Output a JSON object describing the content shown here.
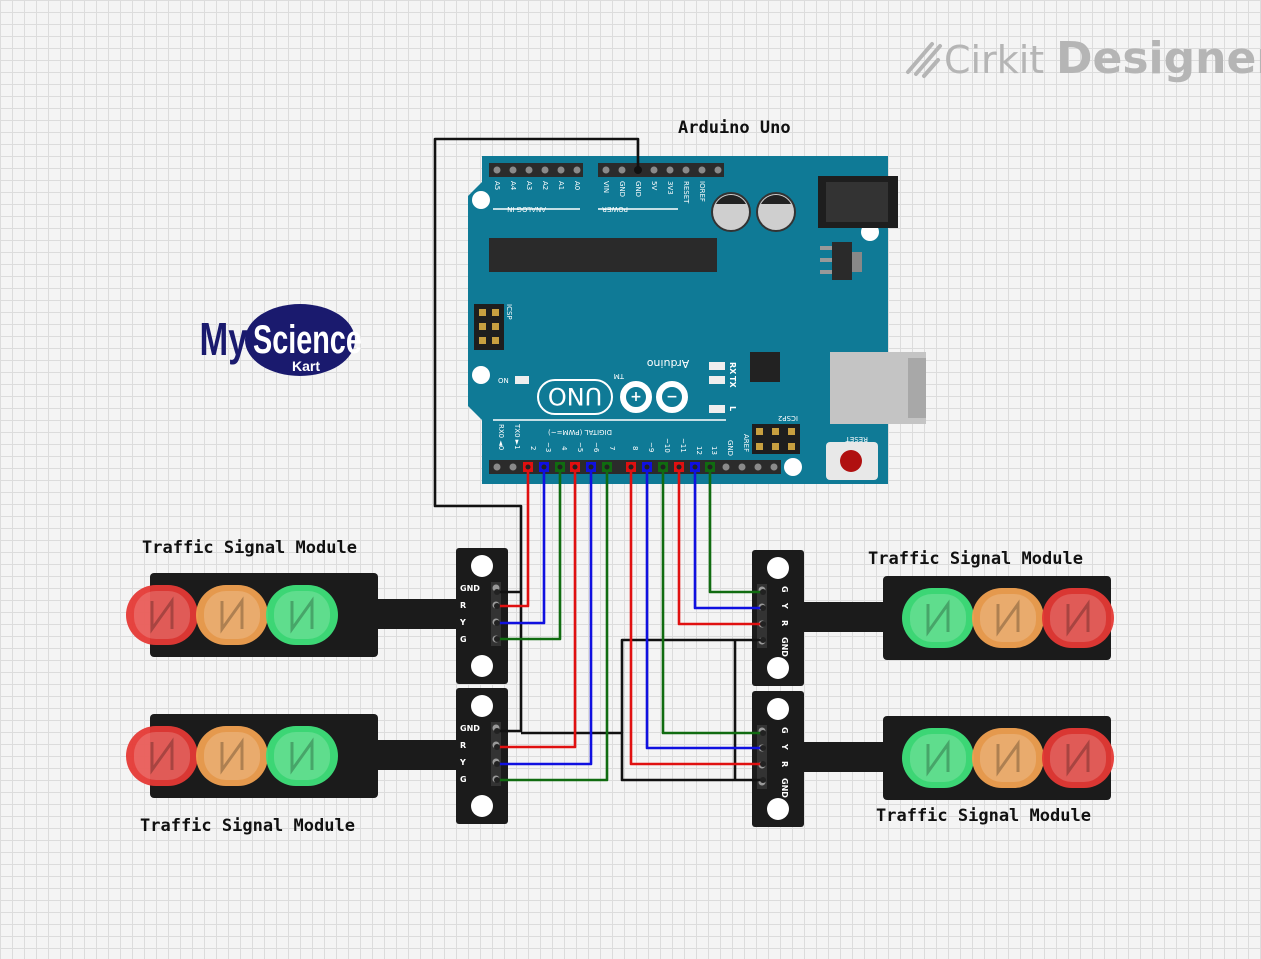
{
  "brand": {
    "name_part1": "Cirkit",
    "name_part2": "Designer"
  },
  "logo": {
    "my": "My",
    "science": "Science",
    "kart": "Kart"
  },
  "arduino": {
    "label": "Arduino Uno",
    "analog_in": "ANALOG IN",
    "power": "POWER",
    "analog_pins": [
      "A5",
      "A4",
      "A3",
      "A2",
      "A1",
      "A0"
    ],
    "power_pins": [
      "VIN",
      "GND",
      "GND",
      "5V",
      "3V3",
      "RESET",
      "IOREF"
    ],
    "icsp": "ICSP",
    "icsp2": "ICSP2",
    "on": "ON",
    "tx": "TX",
    "rx": "RX",
    "l": "L",
    "reset": "RESET",
    "uno": "UNO",
    "arduino_text": "Arduino",
    "tm": "TM",
    "digital": "DIGITAL (PWM=~)",
    "digital_pins": [
      "RX0 ◄0",
      "TX0 ►1",
      "2",
      "~3",
      "4",
      "~5",
      "~6",
      "7",
      "8",
      "~9",
      "~10",
      "~11",
      "12",
      "13",
      "GND",
      "AREF"
    ]
  },
  "modules": [
    {
      "label": "Traffic Signal Module",
      "pins": [
        "GND",
        "R",
        "Y",
        "G"
      ]
    },
    {
      "label": "Traffic Signal Module",
      "pins": [
        "GND",
        "R",
        "Y",
        "G"
      ]
    },
    {
      "label": "Traffic Signal Module",
      "pins": [
        "G",
        "Y",
        "R",
        "GND"
      ]
    },
    {
      "label": "Traffic Signal Module",
      "pins": [
        "G",
        "Y",
        "R",
        "GND"
      ]
    }
  ],
  "colors": {
    "board": "#0f7a96",
    "wire_red": "#e01010",
    "wire_blue": "#1010e0",
    "wire_green": "#106b10",
    "wire_black": "#111111",
    "led_red": "#e53935",
    "led_amber": "#f0a050",
    "led_green": "#3ee07a"
  }
}
